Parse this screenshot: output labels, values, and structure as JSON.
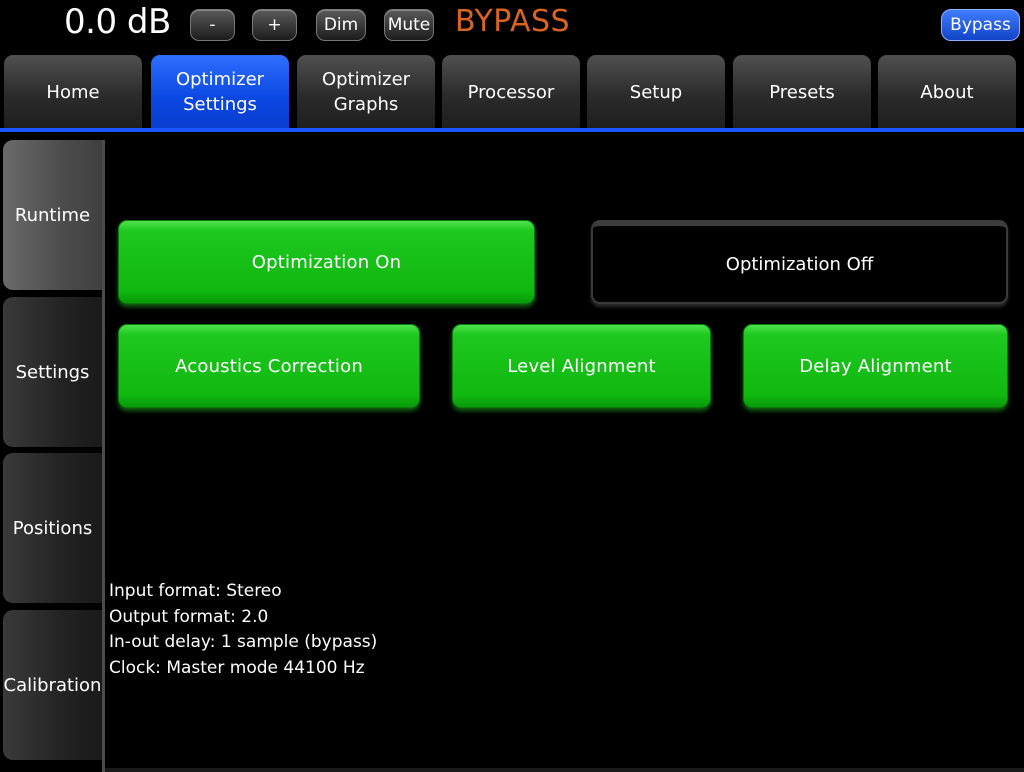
{
  "header": {
    "volume": "0.0 dB",
    "minus_label": "-",
    "plus_label": "+",
    "dim_label": "Dim",
    "mute_label": "Mute",
    "bypass_status": "BYPASS",
    "bypass_button_label": "Bypass"
  },
  "tabs": [
    {
      "label": "Home",
      "active": false
    },
    {
      "label": "Optimizer\nSettings",
      "active": true
    },
    {
      "label": "Optimizer\nGraphs",
      "active": false
    },
    {
      "label": "Processor",
      "active": false
    },
    {
      "label": "Setup",
      "active": false
    },
    {
      "label": "Presets",
      "active": false
    },
    {
      "label": "About",
      "active": false
    }
  ],
  "sidetabs": [
    {
      "label": "Runtime",
      "active": true
    },
    {
      "label": "Settings",
      "active": false
    },
    {
      "label": "Positions",
      "active": false
    },
    {
      "label": "Calibration",
      "active": false
    }
  ],
  "main": {
    "optimization_on": "Optimization On",
    "optimization_off": "Optimization Off",
    "acoustics_correction": "Acoustics Correction",
    "level_alignment": "Level Alignment",
    "delay_alignment": "Delay Alignment"
  },
  "status": {
    "input_format": "Input format: Stereo",
    "output_format": "Output format: 2.0",
    "delay": "In-out delay: 1 sample (bypass)",
    "clock": "Clock: Master mode 44100 Hz"
  },
  "colors": {
    "accent_blue": "#1a55ff",
    "active_green": "#10b810",
    "bypass_orange": "#d9641e"
  }
}
